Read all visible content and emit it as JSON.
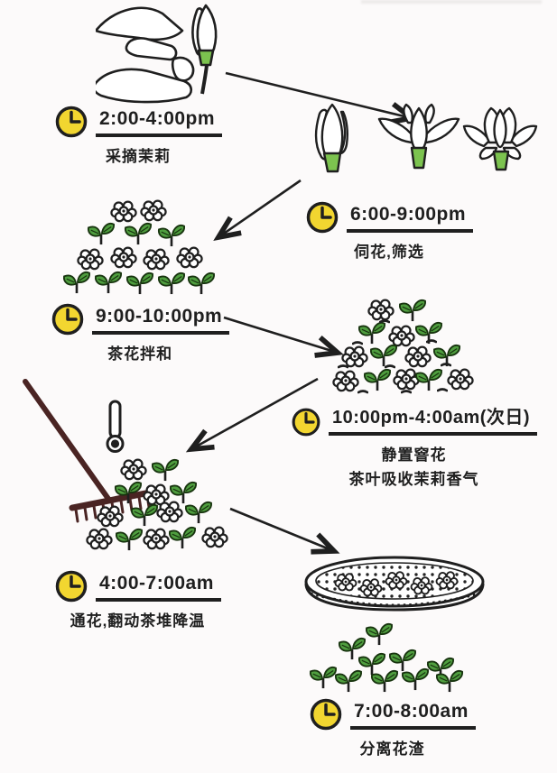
{
  "diagram": {
    "subject": "jasmine tea scenting process timeline",
    "background": "#fcfafa",
    "ink": "#1f1f1f"
  },
  "colors": {
    "clock_yellow": "#f2d630",
    "leaf_green": "#4f9e3f",
    "leaf_outline": "#18340f",
    "calyx_green": "#7cc34f",
    "rake_brown": "#4a2423",
    "petal_white": "#ffffff"
  },
  "steps": [
    {
      "time": "2:00-4:00pm",
      "label": "采摘茉莉",
      "icon": "clock-icon",
      "illustration": "hand-picking-jasmine-bud"
    },
    {
      "time": "6:00-9:00pm",
      "label": "伺花,筛选",
      "icon": "clock-icon",
      "illustration": "jasmine-bloom-stages"
    },
    {
      "time": "9:00-10:00pm",
      "label": "茶花拌和",
      "icon": "clock-icon",
      "illustration": "tea-and-flower-pile"
    },
    {
      "time": "10:00pm-4:00am(次日)",
      "label": "静置窨花",
      "label2": "茶叶吸收茉莉香气",
      "icon": "clock-icon",
      "illustration": "scenting-pile-resting"
    },
    {
      "time": "4:00-7:00am",
      "label": "通花,翻动茶堆降温",
      "icon": "clock-icon",
      "illustration": "rake-thermometer-turning-pile"
    },
    {
      "time": "7:00-8:00am",
      "label": "分离花渣",
      "icon": "clock-icon",
      "illustration": "sieve-separating-flower-dregs"
    }
  ]
}
